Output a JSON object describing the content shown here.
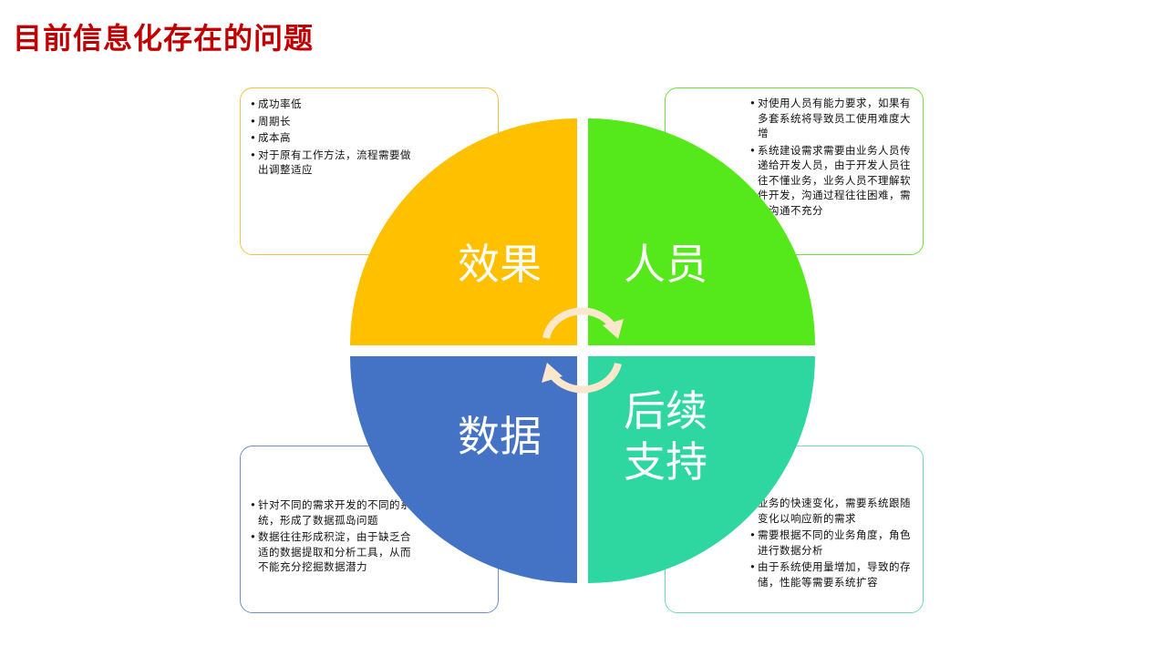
{
  "title": "目前信息化存在的问题",
  "quadrants": {
    "top_left": {
      "label": "效果",
      "color": "#ffc000",
      "items": [
        "成功率低",
        "周期长",
        "成本高",
        "对于原有工作方法，流程需要做出调整适应"
      ]
    },
    "top_right": {
      "label": "人员",
      "color": "#55e81a",
      "items": [
        "对使用人员有能力要求，如果有多套系统将导致员工使用难度大增",
        "系统建设需求需要由业务人员传递给开发人员，由于开发人员往往不懂业务，业务人员不理解软件开发，沟通过程往往困难，需求沟通不充分"
      ]
    },
    "bottom_left": {
      "label": "数据",
      "color": "#4472c4",
      "items": [
        "针对不同的需求开发的不同的系统，形成了数据孤岛问题",
        "数据往往形成积淀，由于缺乏合适的数据提取和分析工具，从而不能充分挖掘数据潜力"
      ]
    },
    "bottom_right": {
      "label": "后续\n支持",
      "color": "#2ed6a0",
      "items": [
        "业务的快速变化，需要系统跟随变化以响应新的需求",
        "需要根据不同的业务角度，角色进行数据分析",
        "由于系统使用量增加，导致的存储，性能等需要系统扩容"
      ]
    }
  },
  "arrow_color": "#fbe8cc"
}
